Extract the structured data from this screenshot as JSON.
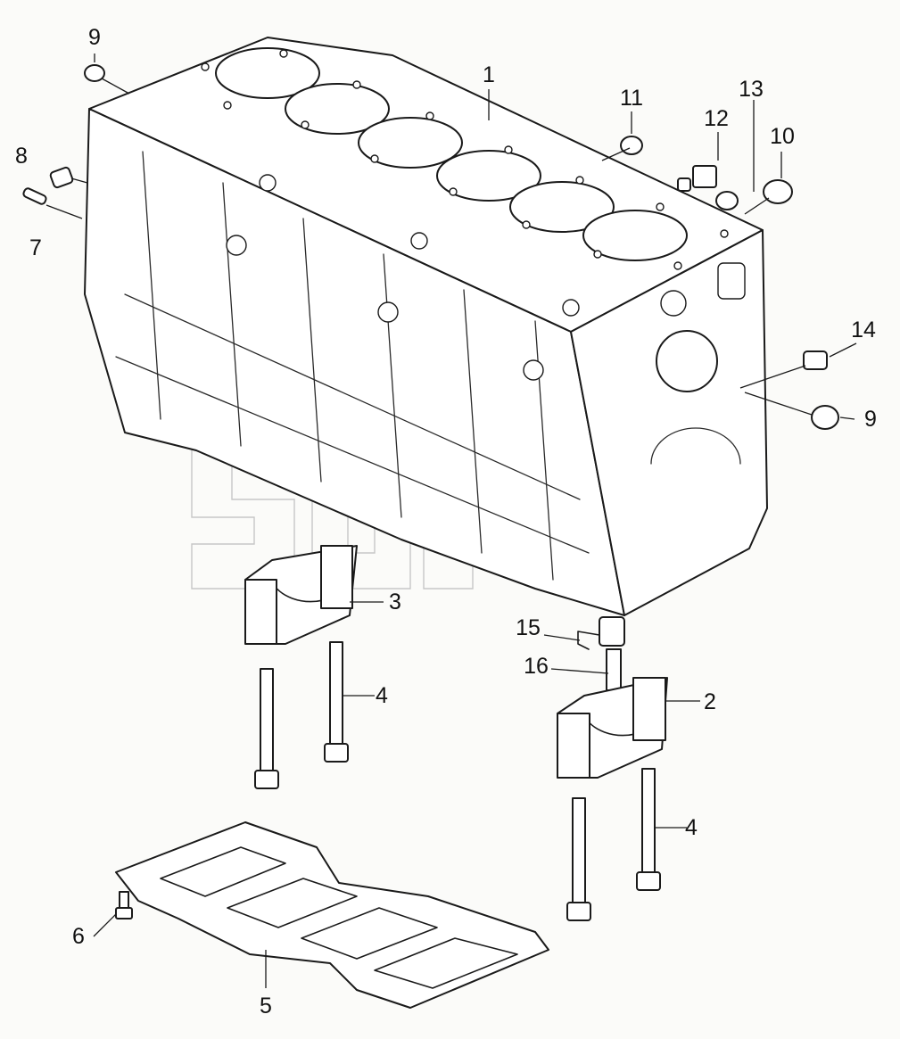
{
  "watermark": {
    "mark": "TM"
  },
  "callouts": [
    {
      "id": "c9a",
      "label": "9"
    },
    {
      "id": "c8",
      "label": "8"
    },
    {
      "id": "c7",
      "label": "7"
    },
    {
      "id": "c1",
      "label": "1"
    },
    {
      "id": "c11",
      "label": "11"
    },
    {
      "id": "c12",
      "label": "12"
    },
    {
      "id": "c13",
      "label": "13"
    },
    {
      "id": "c10",
      "label": "10"
    },
    {
      "id": "c14",
      "label": "14"
    },
    {
      "id": "c9b",
      "label": "9"
    },
    {
      "id": "c3",
      "label": "3"
    },
    {
      "id": "c4a",
      "label": "4"
    },
    {
      "id": "c15",
      "label": "15"
    },
    {
      "id": "c16",
      "label": "16"
    },
    {
      "id": "c2",
      "label": "2"
    },
    {
      "id": "c4b",
      "label": "4"
    },
    {
      "id": "c6",
      "label": "6"
    },
    {
      "id": "c5",
      "label": "5"
    }
  ]
}
